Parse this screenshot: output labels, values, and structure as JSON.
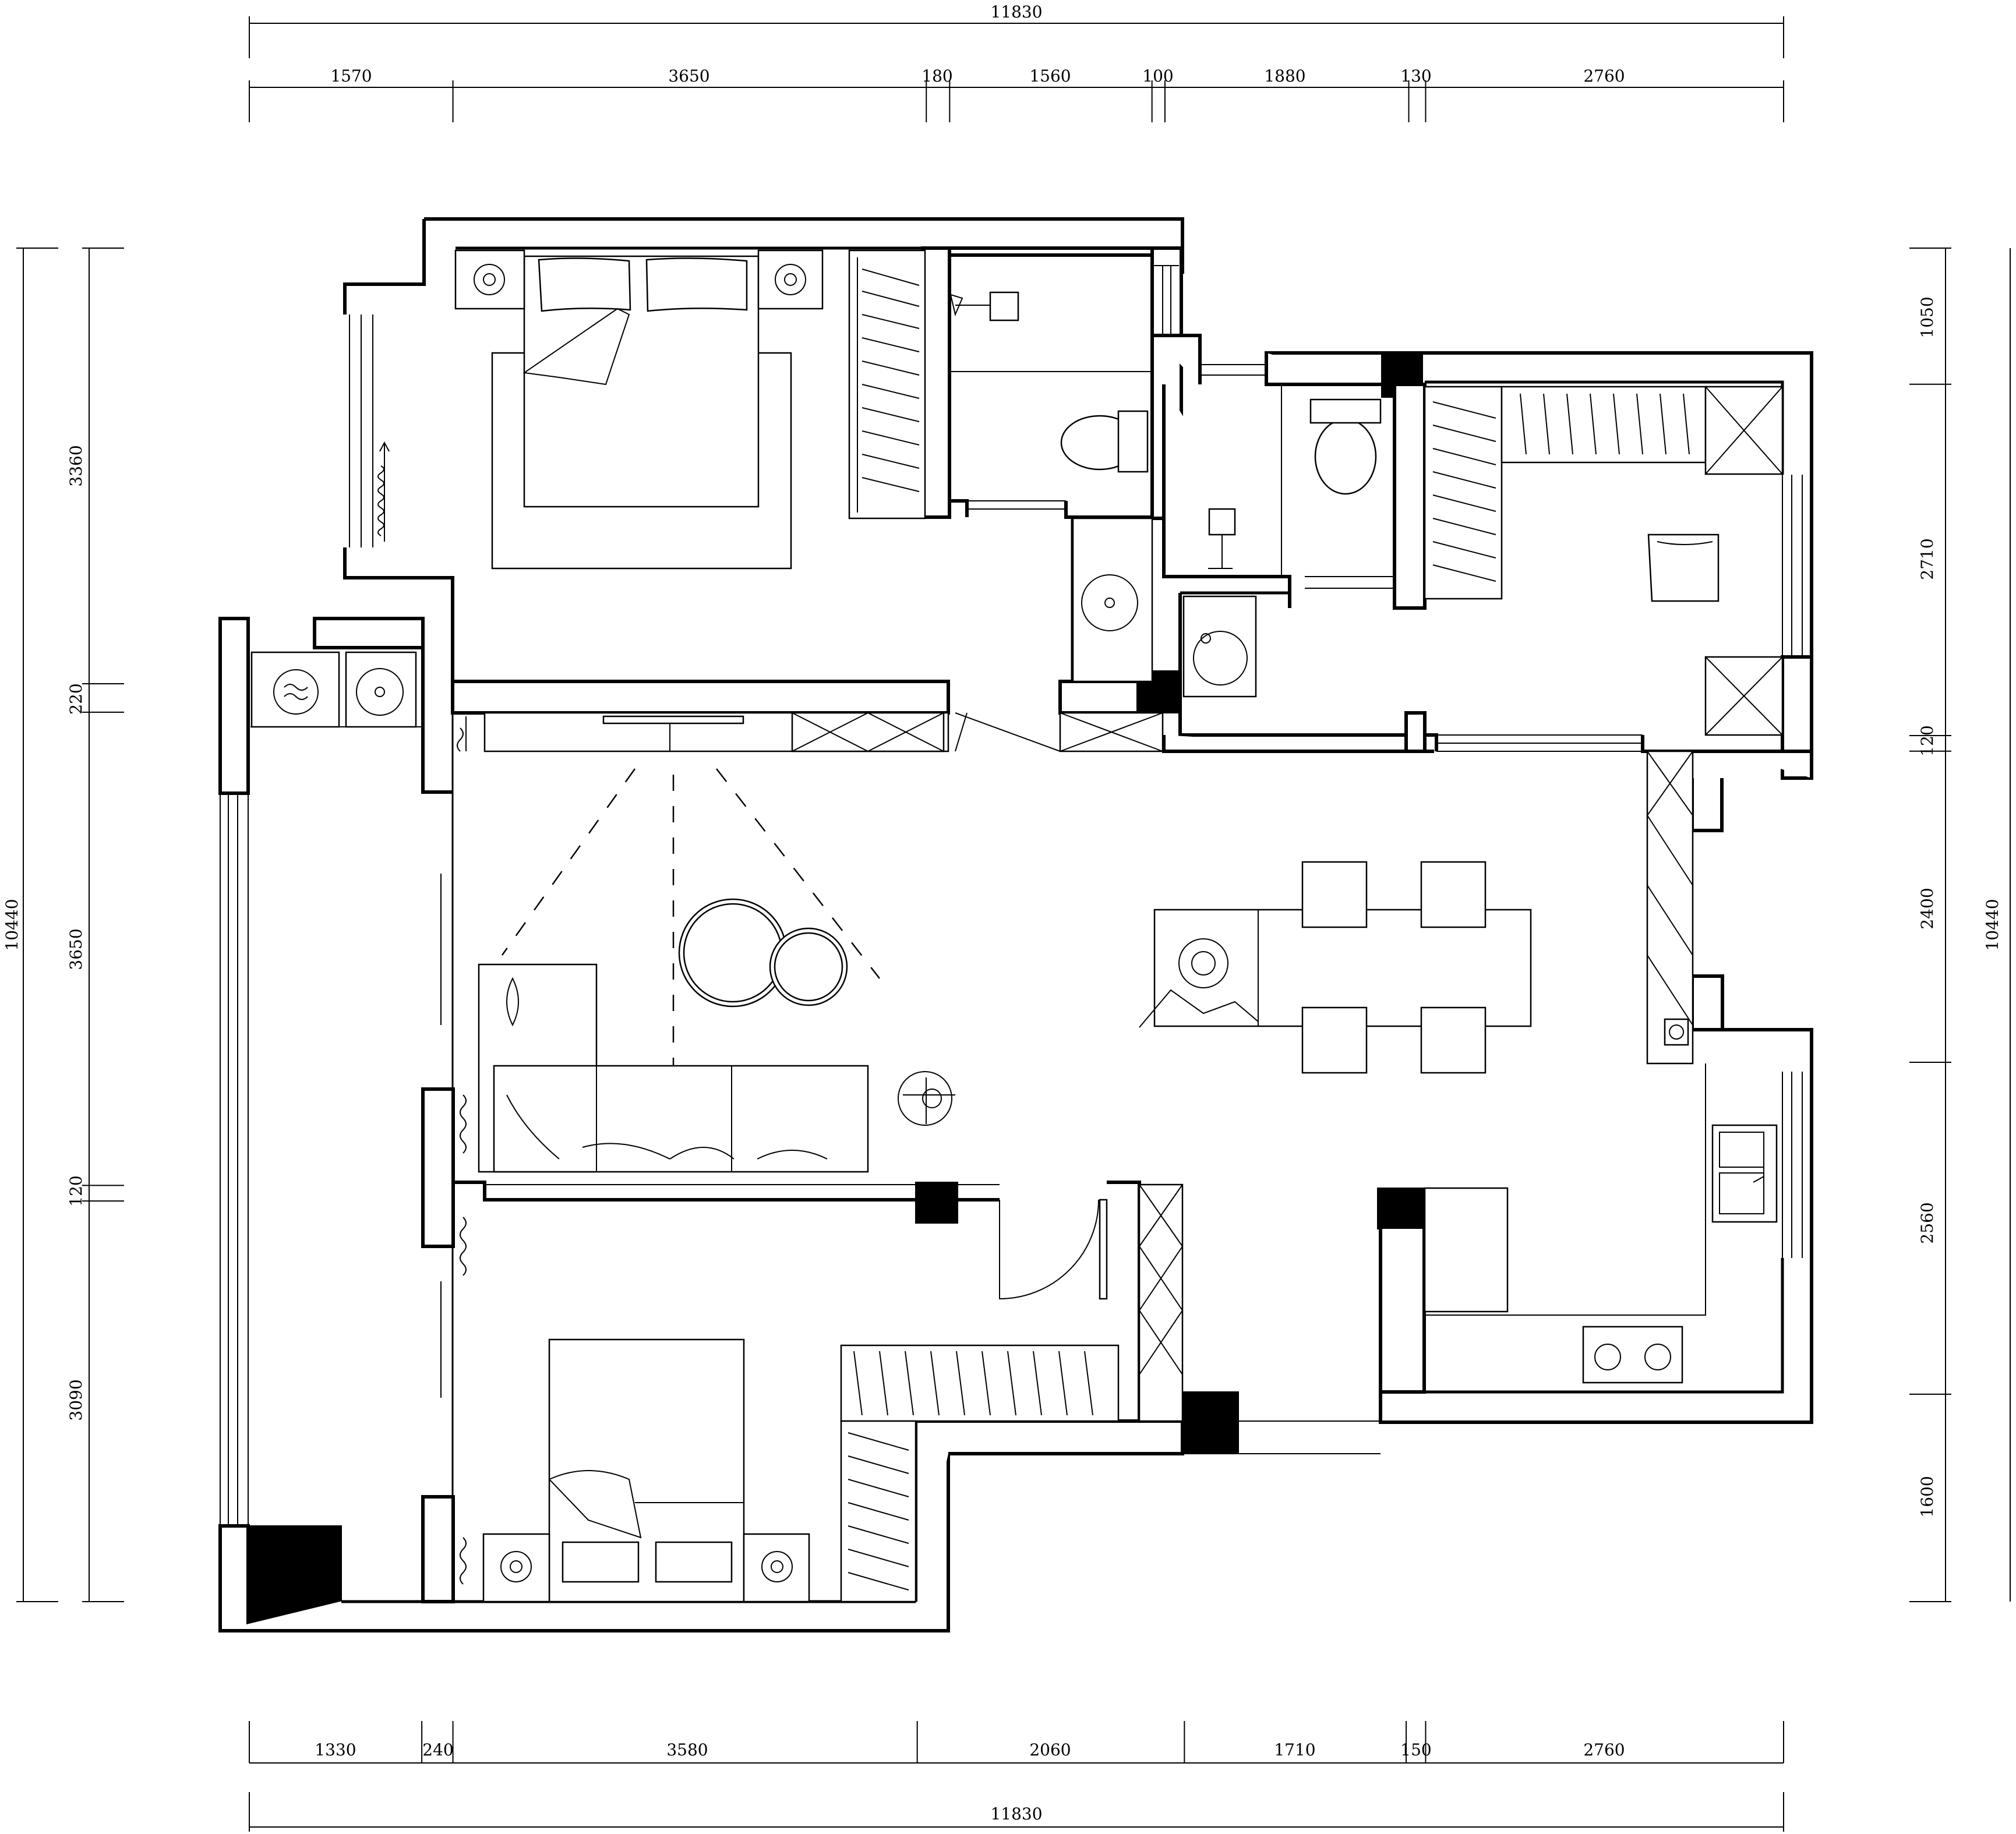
{
  "drawing_type": "floor-plan",
  "dimensions": {
    "top_total": "11830",
    "top_segments": [
      "1570",
      "3650",
      "180",
      "1560",
      "100",
      "1880",
      "130",
      "2760"
    ],
    "bottom_total": "11830",
    "bottom_segments": [
      "1330",
      "240",
      "3580",
      "2060",
      "1710",
      "150",
      "2760"
    ],
    "left_total": "10440",
    "left_segments": [
      "3360",
      "220",
      "3650",
      "120",
      "3090"
    ],
    "right_total": "10440",
    "right_segments": [
      "1050",
      "2710",
      "120",
      "2400",
      "2560",
      "1600"
    ]
  }
}
